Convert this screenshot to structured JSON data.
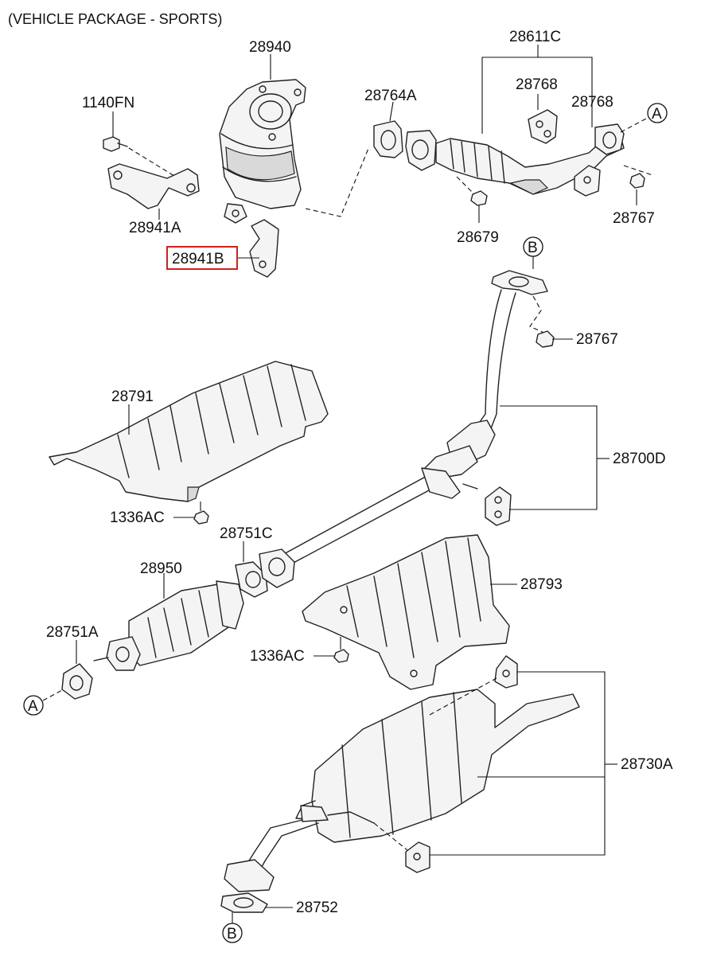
{
  "title": "(VEHICLE PACKAGE - SPORTS)",
  "highlighted_part": "28941B",
  "highlight_color": "#d0211b",
  "parts": {
    "p28940": "28940",
    "p1140FN": "1140FN",
    "p28941A": "28941A",
    "p28941B": "28941B",
    "p28764A": "28764A",
    "p28611C": "28611C",
    "p28768a": "28768",
    "p28768b": "28768",
    "p28679": "28679",
    "p28767a": "28767",
    "p28767b": "28767",
    "p28791": "28791",
    "p1336ACa": "1336AC",
    "p28700D": "28700D",
    "p28751C": "28751C",
    "p28950": "28950",
    "p28793": "28793",
    "p28751A": "28751A",
    "p1336ACb": "1336AC",
    "p28730A": "28730A",
    "p28752": "28752"
  },
  "connectors": {
    "a1": "A",
    "a2": "A",
    "b1": "B",
    "b2": "B"
  }
}
